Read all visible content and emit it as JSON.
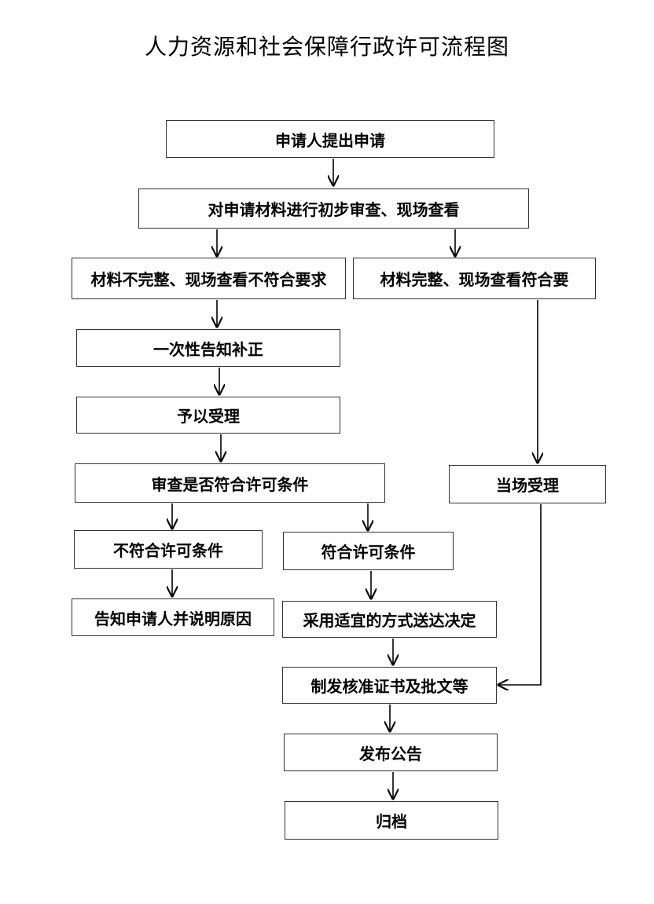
{
  "title": "人力资源和社会保障行政许可流程图",
  "steps": {
    "submit": "申请人提出申请",
    "initial_review": "对申请材料进行初步审查、现场查看",
    "incomplete": "材料不完整、现场查看不符合要求",
    "complete": "材料完整、现场查看符合要",
    "notify_correction": "一次性告知补正",
    "accept": "予以受理",
    "check_conditions": "审查是否符合许可条件",
    "onsite_accept": "当场受理",
    "not_eligible": "不符合许可条件",
    "eligible": "符合许可条件",
    "inform_reason": "告知申请人并说明原因",
    "deliver_decision": "采用适宜的方式送达决定",
    "issue_certificate": "制发核准证书及批文等",
    "publish_notice": "发布公告",
    "archive": "归档"
  }
}
